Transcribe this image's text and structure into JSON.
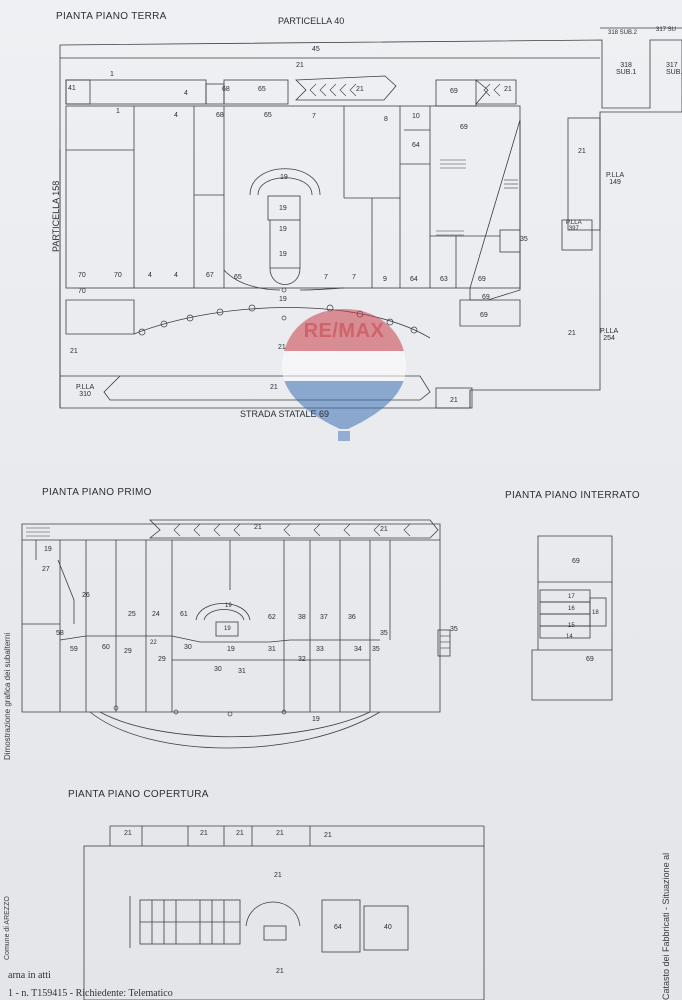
{
  "ground_floor": {
    "title": "PIANTA PIANO TERRA",
    "parcel_top": "PARTICELLA 40",
    "parcel_left": "PARTICELLA 158",
    "road": "STRADA STATALE 69",
    "p310": "P.LLA\n310",
    "p149": "P.LLA\n149",
    "p397": "P.LLA\n397",
    "p254": "P.LLA\n254",
    "sub318": "318\nSUB.1",
    "sub317": "317\nSUB.",
    "top_318": "318 SUB.2",
    "top_317": "317 SU",
    "labels": [
      "45",
      "21",
      "1",
      "41",
      "1",
      "4",
      "4",
      "68",
      "68",
      "65",
      "65",
      "21",
      "7",
      "8",
      "10",
      "69",
      "69",
      "21",
      "64",
      "19",
      "19",
      "19",
      "19",
      "21",
      "35",
      "70",
      "70",
      "4",
      "4",
      "67",
      "65",
      "7",
      "7",
      "9",
      "64",
      "63",
      "69",
      "70",
      "19",
      "69",
      "69",
      "21",
      "21",
      "21",
      "21",
      "21"
    ]
  },
  "first_floor": {
    "title": "PIANTA PIANO PRIMO",
    "labels": [
      "21",
      "21",
      "19",
      "27",
      "26",
      "25",
      "24",
      "61",
      "19",
      "62",
      "38",
      "37",
      "36",
      "35",
      "35",
      "58",
      "59",
      "60",
      "29",
      "22",
      "29",
      "30",
      "19",
      "31",
      "32",
      "33",
      "34",
      "35",
      "30",
      "31",
      "19",
      "19",
      "19"
    ]
  },
  "basement": {
    "title": "PIANTA PIANO INTERRATO",
    "labels": [
      "69",
      "17",
      "16",
      "18",
      "15",
      "14",
      "69"
    ]
  },
  "roof": {
    "title": "PIANTA PIANO COPERTURA",
    "labels": [
      "21",
      "21",
      "21",
      "21",
      "21",
      "21",
      "64",
      "40",
      "21"
    ]
  },
  "side_text": {
    "left_stamp": "Dimostrazione grafica dei subalterni",
    "left_province": "Comune di AREZZO",
    "right_note": "Catasto dei Fabbricati - Situazione al"
  },
  "footer": {
    "line1": "arna in atti",
    "line2": "1 - n. T159415 - Richiedente: Telematico"
  },
  "watermark": {
    "brand": "RE/MAX",
    "colors": {
      "red": "#c9404a",
      "blue": "#3d6fb3",
      "white": "#ffffff"
    }
  }
}
